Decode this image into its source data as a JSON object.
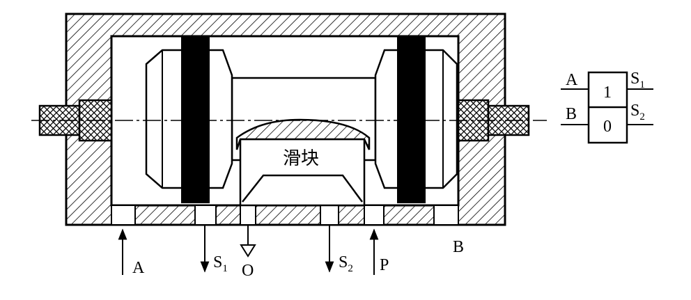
{
  "slider": {
    "label": "滑块"
  },
  "ports": {
    "a": {
      "main": "A"
    },
    "s1": {
      "main": "S",
      "sub": "1"
    },
    "o": {
      "main": "O"
    },
    "s2": {
      "main": "S",
      "sub": "2"
    },
    "p": {
      "main": "P"
    },
    "b": {
      "main": "B"
    }
  },
  "symbol": {
    "left_top": "A",
    "left_bottom": "B",
    "right_top": {
      "main": "S",
      "sub": "1"
    },
    "right_bottom": {
      "main": "S",
      "sub": "2"
    },
    "cell_top": "1",
    "cell_bottom": "0"
  }
}
